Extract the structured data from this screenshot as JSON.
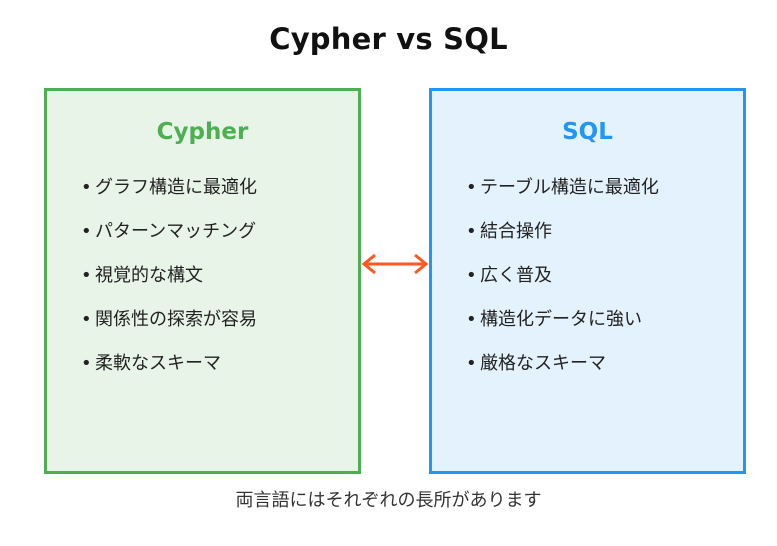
{
  "title": "Cypher vs SQL",
  "cypher": {
    "heading": "Cypher",
    "items": [
      "グラフ構造に最適化",
      "パターンマッチング",
      "視覚的な構文",
      "関係性の探索が容易",
      "柔軟なスキーマ"
    ]
  },
  "sql": {
    "heading": "SQL",
    "items": [
      "テーブル構造に最適化",
      "結合操作",
      "広く普及",
      "構造化データに強い",
      "厳格なスキーマ"
    ]
  },
  "bullet": "•",
  "footer": "両言語にはそれぞれの長所があります",
  "colors": {
    "cypher_border": "#4caf50",
    "cypher_fill": "#e8f4e8",
    "sql_border": "#2196f3",
    "sql_fill": "#e3f2fd",
    "arrow": "#ff5722"
  },
  "connector": {
    "icon": "double-arrow-icon"
  }
}
